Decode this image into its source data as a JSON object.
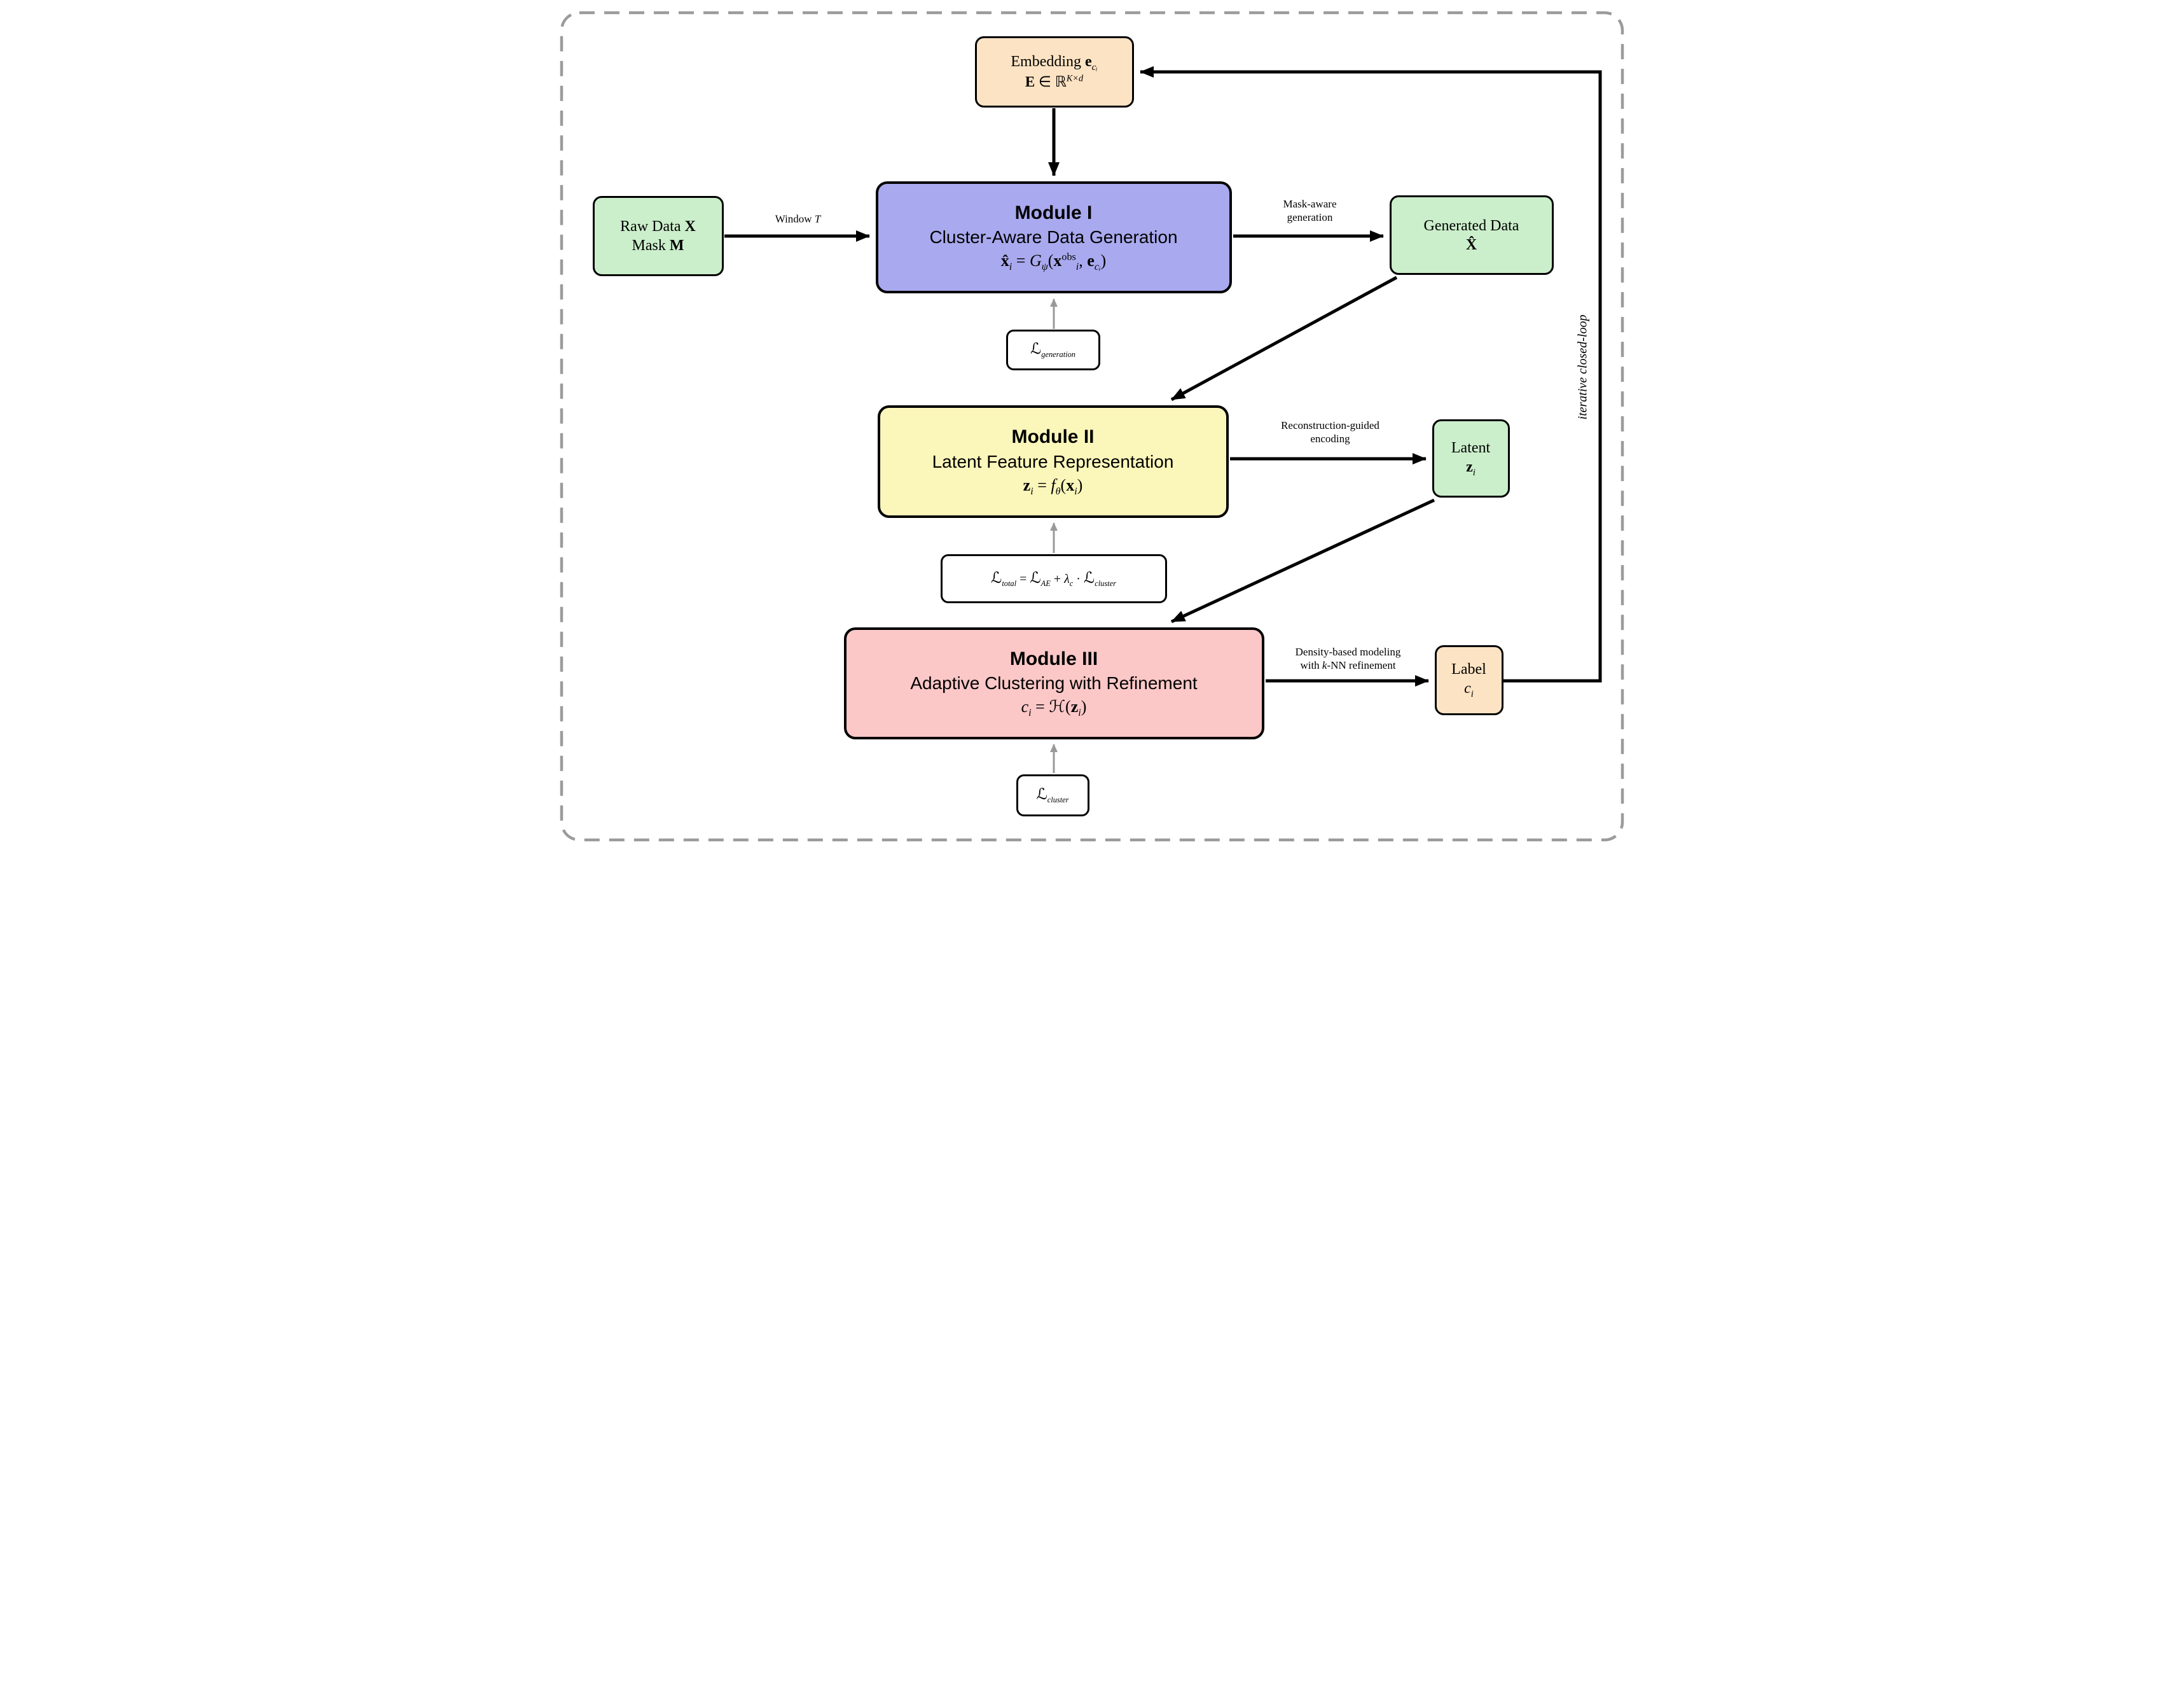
{
  "colors": {
    "embedding_fill": "#fce3c3",
    "module1_fill": "#a9a9ef",
    "module2_fill": "#fbf6ba",
    "module3_fill": "#fbc7c7",
    "data_fill": "#cbeecb",
    "loss_fill": "#ffffff",
    "stroke": "#000000",
    "gray_arrow": "#999999",
    "dashed_border": "#9b9b9b"
  },
  "embedding": {
    "t1": "Embedding ",
    "t2": "e",
    "t3": "cᵢ",
    "f1": "E",
    "f2": " ∈ ℝ",
    "f3": "K×d"
  },
  "module1": {
    "title": "Module I",
    "subtitle": "Cluster-Aware Data Generation",
    "f": {
      "s0": "x̂",
      "s1": "i",
      "s2": " = ",
      "s3": "G",
      "s4": "ψ",
      "s5": "(",
      "s6": "x",
      "s7": "obs",
      "s8": "i",
      "s9": ", ",
      "s10": "e",
      "s11": "cᵢ",
      "s12": ")"
    }
  },
  "module2": {
    "title": "Module II",
    "subtitle": "Latent Feature Representation",
    "f": {
      "s0": "z",
      "s1": "i",
      "s2": " = ",
      "s3": "f",
      "s4": "θ",
      "s5": "(",
      "s6": "x",
      "s7": "i",
      "s8": ")"
    }
  },
  "module3": {
    "title": "Module III",
    "subtitle": "Adaptive Clustering with Refinement",
    "f": {
      "s0": "c",
      "s1": "i",
      "s2": " = ",
      "s3": "ℋ",
      "s4": "(",
      "s5": "z",
      "s6": "i",
      "s7": ")"
    }
  },
  "raw": {
    "l1a": "Raw Data ",
    "l1b": "X",
    "l2a": "Mask ",
    "l2b": "M"
  },
  "generated": {
    "l1": "Generated Data",
    "l2": "X̂"
  },
  "latent": {
    "l1": "Latent",
    "l2a": "z",
    "l2b": "i"
  },
  "label": {
    "l1": "Label",
    "l2a": "c",
    "l2b": "i"
  },
  "losses": {
    "generation": {
      "base": "ℒ",
      "sub": "generation"
    },
    "cluster": {
      "base": "ℒ",
      "sub": "cluster"
    },
    "total": {
      "s0": "ℒ",
      "s1": "total",
      "s2": " = ",
      "s3": "ℒ",
      "s4": "AE",
      "s5": " + ",
      "s6": "λ",
      "s7": "c",
      "s8": " · ",
      "s9": "ℒ",
      "s10": "cluster"
    }
  },
  "edges": {
    "window_a": "Window ",
    "window_b": "T",
    "mask1": "Mask-aware",
    "mask2": "generation",
    "recon1": "Reconstruction-guided",
    "recon2": "encoding",
    "dens1": "Density-based modeling",
    "dens2a": "with ",
    "dens2b": "k",
    "dens2c": "-NN refinement",
    "loop": "iterative closed-loop"
  }
}
